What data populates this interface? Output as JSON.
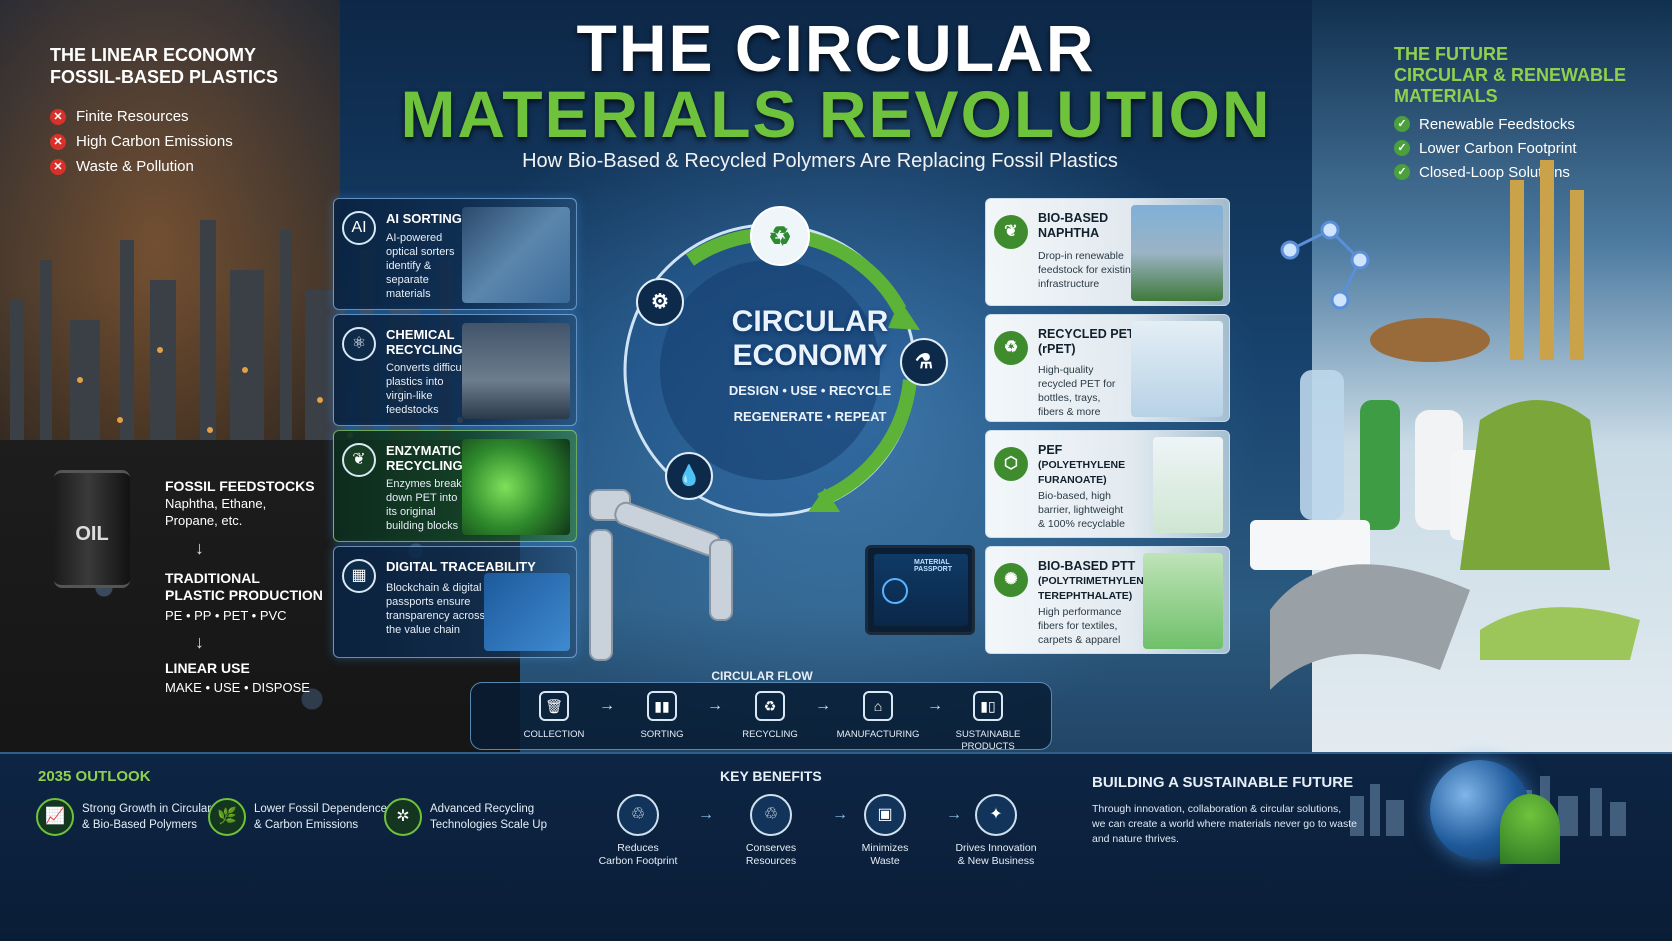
{
  "title": {
    "line1": "THE CIRCULAR",
    "line2": "MATERIALS REVOLUTION",
    "subtitle": "How Bio-Based & Recycled Polymers Are Replacing Fossil Plastics"
  },
  "linear": {
    "heading1": "THE LINEAR ECONOMY",
    "heading2": "FOSSIL-BASED PLASTICS",
    "items": [
      "Finite Resources",
      "High Carbon Emissions",
      "Waste & Pollution"
    ],
    "barrel_label": "OIL",
    "feedstocks_title": "FOSSIL FEEDSTOCKS",
    "feedstocks_text1": "Naphtha, Ethane,",
    "feedstocks_text2": "Propane, etc.",
    "production_title1": "TRADITIONAL",
    "production_title2": "PLASTIC PRODUCTION",
    "production_text": "PE • PP • PET • PVC",
    "use_title": "LINEAR USE",
    "use_text": "MAKE • USE • DISPOSE"
  },
  "future": {
    "heading1": "THE FUTURE",
    "heading2": "CIRCULAR & RENEWABLE",
    "heading3": "MATERIALS",
    "items": [
      "Renewable Feedstocks",
      "Lower Carbon Footprint",
      "Closed-Loop Solutions"
    ]
  },
  "left_cards": [
    {
      "title1": "AI SORTING",
      "title2": "",
      "body": [
        "AI-powered",
        "optical sorters",
        "identify &",
        "separate",
        "materials"
      ]
    },
    {
      "title1": "CHEMICAL",
      "title2": "RECYCLING",
      "body": [
        "Converts difficult",
        "plastics into",
        "virgin-like",
        "feedstocks"
      ]
    },
    {
      "title1": "ENZYMATIC",
      "title2": "RECYCLING",
      "body": [
        "Enzymes break",
        "down PET into",
        "its original",
        "building blocks"
      ]
    },
    {
      "title1": "DIGITAL TRACEABILITY",
      "title2": "",
      "body": [
        "Blockchain & digital",
        "passports ensure",
        "transparency across",
        "the value chain"
      ]
    }
  ],
  "right_cards": [
    {
      "title1": "BIO-BASED",
      "title2": "NAPHTHA",
      "title3": "",
      "body": [
        "Drop-in renewable",
        "feedstock for existing",
        "infrastructure"
      ]
    },
    {
      "title1": "RECYCLED PET",
      "title2": "(rPET)",
      "title3": "",
      "body": [
        "High-quality",
        "recycled PET for",
        "bottles, trays,",
        "fibers & more"
      ]
    },
    {
      "title1": "PEF",
      "title2": "(POLYETHYLENE",
      "title3": "FURANOATE)",
      "body": [
        "Bio-based, high",
        "barrier, lightweight",
        "& 100% recyclable"
      ]
    },
    {
      "title1": "BIO-BASED PTT",
      "title2": "(POLYTRIMETHYLENE",
      "title3": "TEREPHTHALATE)",
      "body": [
        "High performance",
        "fibers for textiles,",
        "carpets & apparel"
      ]
    }
  ],
  "cycle": {
    "title1": "CIRCULAR",
    "title2": "ECONOMY",
    "sub1": "DESIGN • USE • RECYCLE",
    "sub2": "REGENERATE • REPEAT"
  },
  "monitor_label": "MATERIAL PASSPORT",
  "flow": {
    "title": "CIRCULAR FLOW",
    "steps": [
      "COLLECTION",
      "SORTING",
      "RECYCLING",
      "MANUFACTURING",
      "SUSTAINABLE",
      "PRODUCTS"
    ]
  },
  "outlook": {
    "heading": "2035 OUTLOOK",
    "items": [
      {
        "l1": "Strong Growth in Circular",
        "l2": "& Bio-Based Polymers"
      },
      {
        "l1": "Lower Fossil Dependence",
        "l2": "& Carbon Emissions"
      },
      {
        "l1": "Advanced Recycling",
        "l2": "Technologies Scale Up"
      }
    ]
  },
  "benefits": {
    "heading": "KEY BENEFITS",
    "items": [
      {
        "l1": "Reduces",
        "l2": "Carbon Footprint"
      },
      {
        "l1": "Conserves",
        "l2": "Resources"
      },
      {
        "l1": "Minimizes",
        "l2": "Waste"
      },
      {
        "l1": "Drives Innovation",
        "l2": "& New Business"
      }
    ]
  },
  "future_block": {
    "heading": "BUILDING A SUSTAINABLE FUTURE",
    "l1": "Through innovation, collaboration & circular solutions,",
    "l2": "we can create a world where materials never go to waste",
    "l3": "and nature thrives."
  },
  "colors": {
    "accent_green": "#6fc23c",
    "navy": "#0b1a2e",
    "red_x": "#d8312a"
  }
}
